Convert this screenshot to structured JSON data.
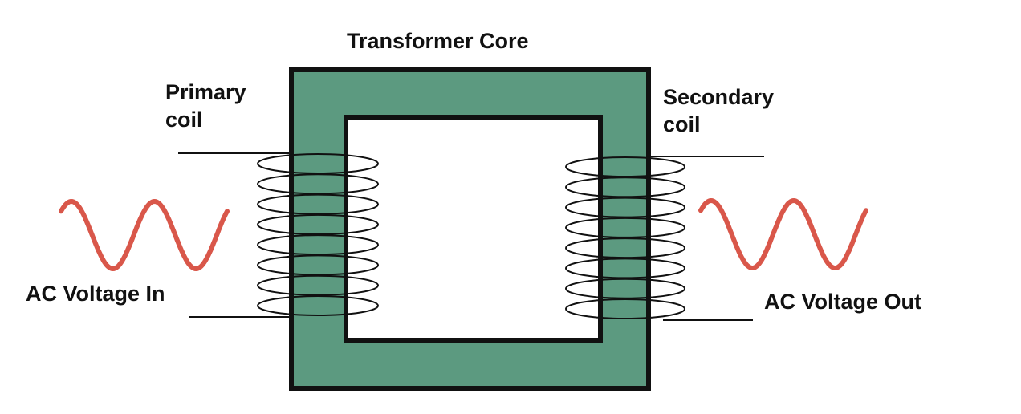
{
  "labels": {
    "core": "Transformer Core",
    "primary_line1": "Primary",
    "primary_line2": "coil",
    "secondary_line1": "Secondary",
    "secondary_line2": "coil",
    "voltage_in": "AC Voltage In",
    "voltage_out": "AC Voltage Out"
  },
  "colors": {
    "core_fill": "#5c9a80",
    "core_stroke": "#111111",
    "wave": "#d9574a",
    "wire": "#111111"
  },
  "coils": {
    "primary_turns": 8,
    "secondary_turns": 8
  },
  "waves": {
    "input_cycles": 2,
    "output_cycles": 2
  }
}
